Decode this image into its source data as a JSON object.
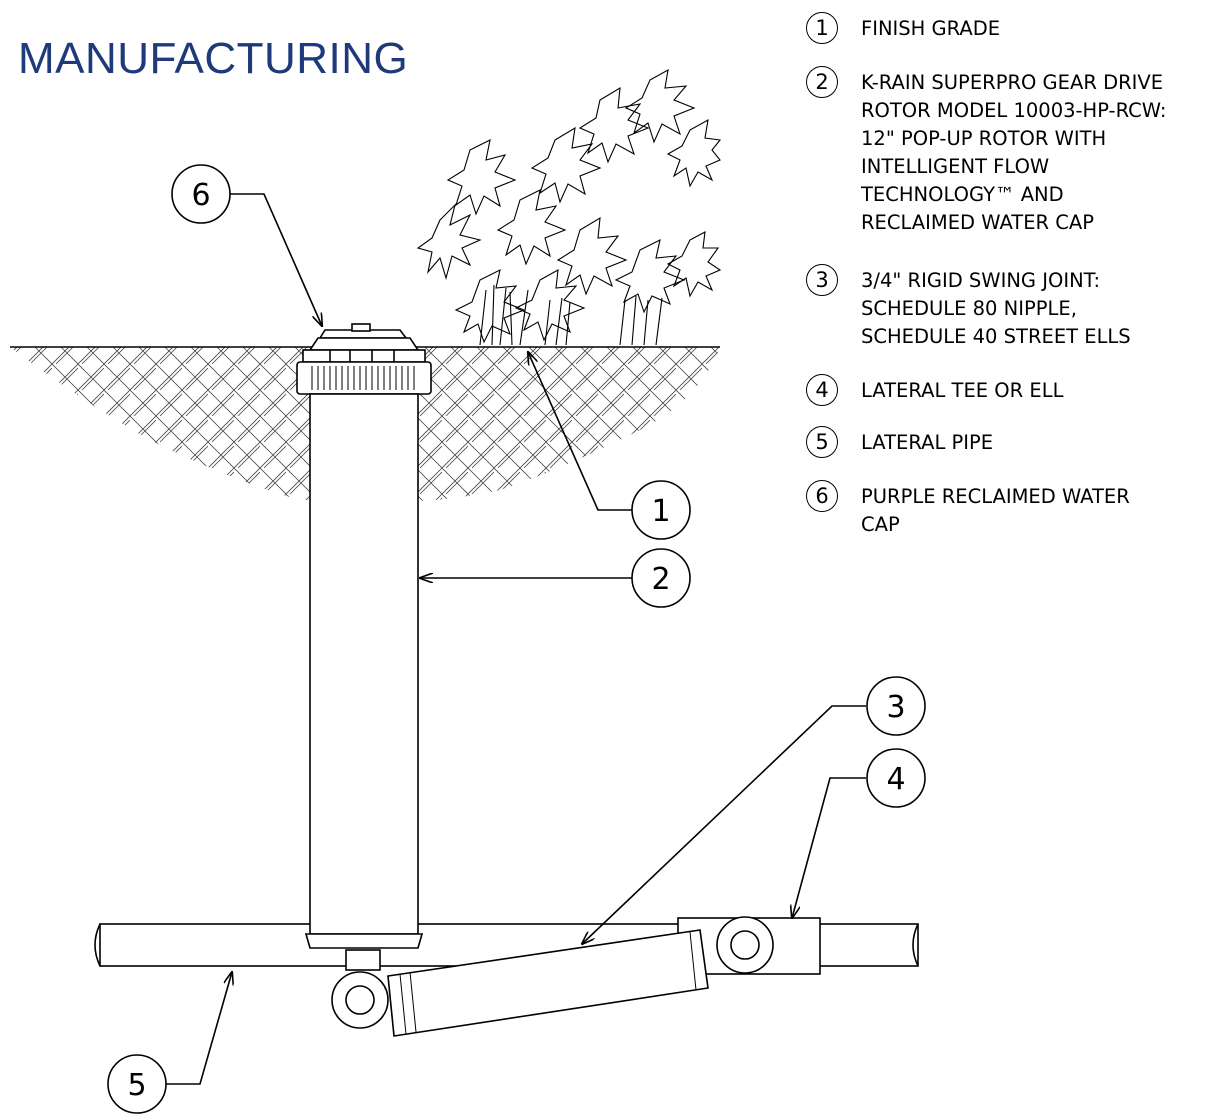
{
  "title": "MANUFACTURING",
  "callouts": {
    "c1": "1",
    "c2": "2",
    "c3": "3",
    "c4": "4",
    "c5": "5",
    "c6": "6"
  },
  "legend": [
    {
      "num": "1",
      "text": "FINISH GRADE"
    },
    {
      "num": "2",
      "text": "K-RAIN SUPERPRO GEAR DRIVE\nROTOR MODEL 10003-HP-RCW:\n12\" POP-UP ROTOR WITH\nINTELLIGENT FLOW\nTECHNOLOGY™ AND\nRECLAIMED WATER CAP"
    },
    {
      "num": "3",
      "text": "3/4\" RIGID SWING JOINT:\nSCHEDULE 80 NIPPLE,\nSCHEDULE 40 STREET ELLS"
    },
    {
      "num": "4",
      "text": "LATERAL TEE OR ELL"
    },
    {
      "num": "5",
      "text": "LATERAL PIPE"
    },
    {
      "num": "6",
      "text": "PURPLE RECLAIMED WATER\nCAP"
    }
  ],
  "colors": {
    "title": "#1f3a7a",
    "line": "#000000"
  }
}
